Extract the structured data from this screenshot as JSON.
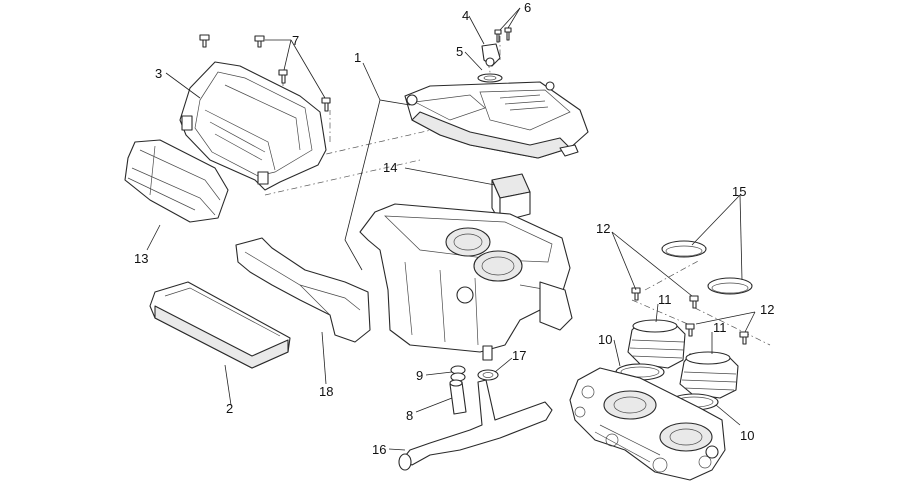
{
  "callouts": [
    {
      "id": "c1",
      "text": "1"
    },
    {
      "id": "c2",
      "text": "2"
    },
    {
      "id": "c3",
      "text": "3"
    },
    {
      "id": "c4",
      "text": "4"
    },
    {
      "id": "c5",
      "text": "5"
    },
    {
      "id": "c6",
      "text": "6"
    },
    {
      "id": "c7",
      "text": "7"
    },
    {
      "id": "c8",
      "text": "8"
    },
    {
      "id": "c9",
      "text": "9"
    },
    {
      "id": "c10a",
      "text": "10"
    },
    {
      "id": "c10b",
      "text": "10"
    },
    {
      "id": "c11a",
      "text": "11"
    },
    {
      "id": "c11b",
      "text": "11"
    },
    {
      "id": "c12a",
      "text": "12"
    },
    {
      "id": "c12b",
      "text": "12"
    },
    {
      "id": "c13",
      "text": "13"
    },
    {
      "id": "c14",
      "text": "14"
    },
    {
      "id": "c15",
      "text": "15"
    },
    {
      "id": "c16",
      "text": "16"
    },
    {
      "id": "c17",
      "text": "17"
    },
    {
      "id": "c18",
      "text": "18"
    }
  ]
}
